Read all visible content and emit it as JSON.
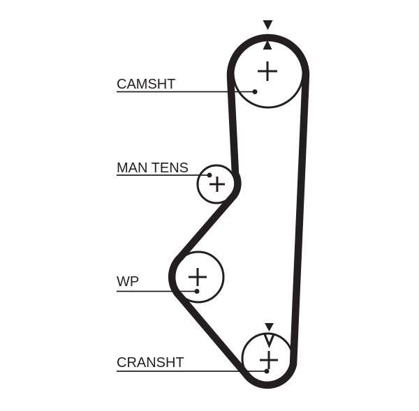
{
  "diagram": {
    "kind": "timing-belt-routing-diagram",
    "background_color": "#ffffff",
    "ink_color": "#231f20",
    "pulleys": [
      {
        "id": "camshaft",
        "label": "CAMSHT"
      },
      {
        "id": "manual-tensioner",
        "label": "MAN TENS"
      },
      {
        "id": "water-pump",
        "label": "WP"
      },
      {
        "id": "crankshaft",
        "label": "CRANSHT"
      }
    ],
    "icons": [
      {
        "name": "camshaft-timing-arrow-down-icon"
      },
      {
        "name": "camshaft-timing-arrow-up-icon"
      },
      {
        "name": "crankshaft-timing-arrow-down-icon"
      },
      {
        "name": "crankshaft-timing-chevron-down-icon"
      }
    ]
  }
}
